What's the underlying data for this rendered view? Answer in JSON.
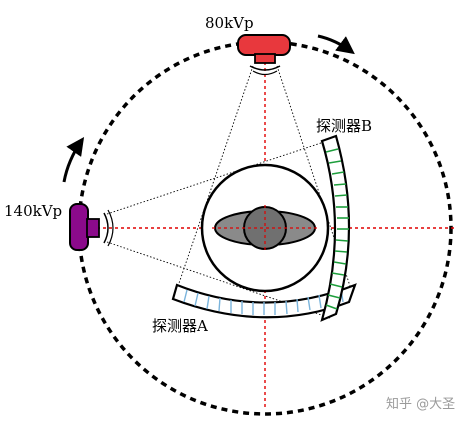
{
  "labels": {
    "tube_top": "80kVp",
    "tube_left": "140kVp",
    "detector_b": "探测器B",
    "detector_a": "探测器A",
    "watermark": "知乎 @大圣"
  },
  "colors": {
    "gantry": "#000000",
    "axis_line": "#e00000",
    "tube_top": "#e8383d",
    "tube_left": "#8b0a8b",
    "detector_b_cells": "#1e9e3c",
    "detector_a_cells": "#7ab4dc",
    "patient_body": "#8a8a8a",
    "patient_core": "#6f6f6f"
  },
  "icons": {
    "rotation_top": "clockwise-arrow-icon",
    "rotation_left": "clockwise-arrow-icon"
  }
}
